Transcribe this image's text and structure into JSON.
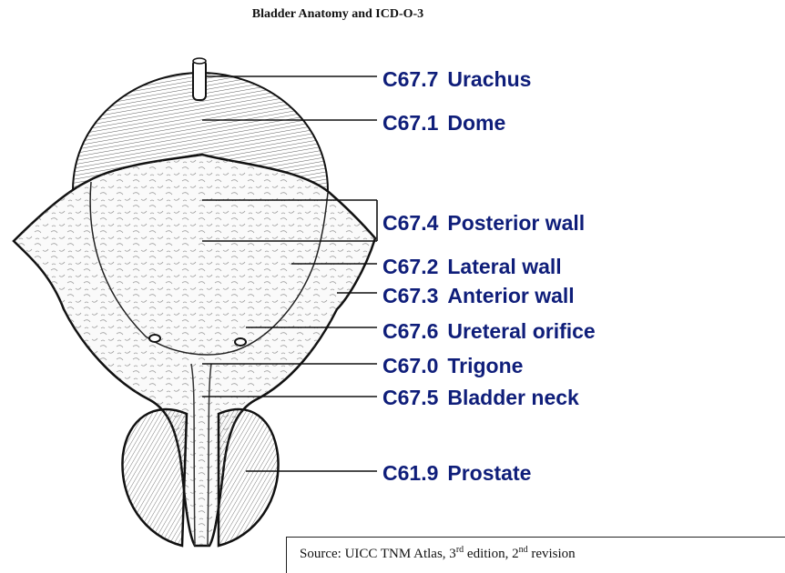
{
  "title": "Bladder Anatomy and ICD-O-3",
  "labels": [
    {
      "code": "C67.7",
      "name": "Urachus"
    },
    {
      "code": "C67.1",
      "name": "Dome"
    },
    {
      "code": "C67.4",
      "name": "Posterior wall"
    },
    {
      "code": "C67.2",
      "name": "Lateral wall"
    },
    {
      "code": "C67.3",
      "name": "Anterior wall"
    },
    {
      "code": "C67.6",
      "name": "Ureteral orifice"
    },
    {
      "code": "C67.0",
      "name": "Trigone"
    },
    {
      "code": "C67.5",
      "name": "Bladder neck"
    },
    {
      "code": "C61.9",
      "name": "Prostate"
    }
  ],
  "source": {
    "prefix": "Source:  UICC TNM Atlas, 3",
    "sup1": "rd",
    "mid": " edition, 2",
    "sup2": "nd",
    "suffix": " revision"
  },
  "colors": {
    "label": "#0f1e7a",
    "line": "#111111"
  }
}
